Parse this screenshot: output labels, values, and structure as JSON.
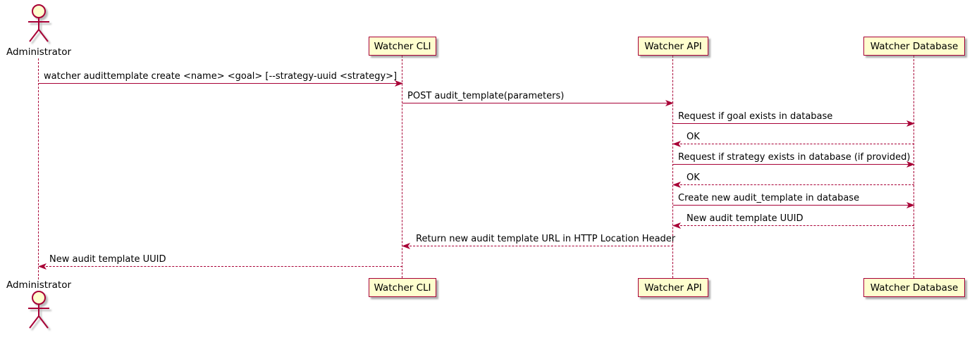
{
  "diagram": {
    "type": "uml-sequence-diagram",
    "colors": {
      "accent_red": "#A80036",
      "fill_yellow": "#FEFECE",
      "text_color": "#000000",
      "bg_color": "#FFFFFF"
    },
    "actors": [
      {
        "name": "Administrator"
      }
    ],
    "participants": [
      {
        "label": "Watcher CLI"
      },
      {
        "label": "Watcher API"
      },
      {
        "label": "Watcher Database"
      }
    ],
    "messages": [
      {
        "from": "Administrator",
        "to": "Watcher CLI",
        "style": "solid",
        "text": "watcher audittemplate create <name> <goal> [--strategy-uuid <strategy>]"
      },
      {
        "from": "Watcher CLI",
        "to": "Watcher API",
        "style": "solid",
        "text": "POST audit_template(parameters)"
      },
      {
        "from": "Watcher API",
        "to": "Watcher Database",
        "style": "solid",
        "text": "Request if goal exists in database"
      },
      {
        "from": "Watcher Database",
        "to": "Watcher API",
        "style": "dashed",
        "text": "OK"
      },
      {
        "from": "Watcher API",
        "to": "Watcher Database",
        "style": "solid",
        "text": "Request if strategy exists in database (if provided)"
      },
      {
        "from": "Watcher Database",
        "to": "Watcher API",
        "style": "dashed",
        "text": "OK"
      },
      {
        "from": "Watcher API",
        "to": "Watcher Database",
        "style": "solid",
        "text": "Create new audit_template in database"
      },
      {
        "from": "Watcher Database",
        "to": "Watcher API",
        "style": "dashed",
        "text": "New audit template UUID"
      },
      {
        "from": "Watcher API",
        "to": "Watcher CLI",
        "style": "dashed",
        "text": "Return new audit template URL in HTTP Location Header"
      },
      {
        "from": "Watcher CLI",
        "to": "Administrator",
        "style": "dashed",
        "text": "New audit template UUID"
      }
    ]
  }
}
